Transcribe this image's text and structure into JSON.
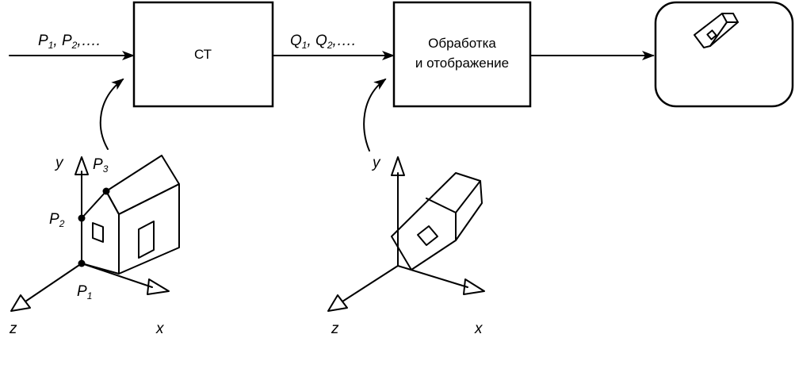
{
  "blocks": {
    "ct": "СТ",
    "processing_line1": "Обработка",
    "processing_line2": "и отображение"
  },
  "arrows": {
    "input": {
      "p": "P",
      "s1": "1",
      "s2": "2",
      "tail": ",…."
    },
    "middle": {
      "q": "Q",
      "s1": "1",
      "s2": "2",
      "tail": ",…."
    }
  },
  "axes": {
    "y": "y",
    "x": "x",
    "z": "z"
  },
  "points": {
    "p1": {
      "letter": "P",
      "sub": "1"
    },
    "p2": {
      "letter": "P",
      "sub": "2"
    },
    "p3": {
      "letter": "P",
      "sub": "3"
    }
  }
}
